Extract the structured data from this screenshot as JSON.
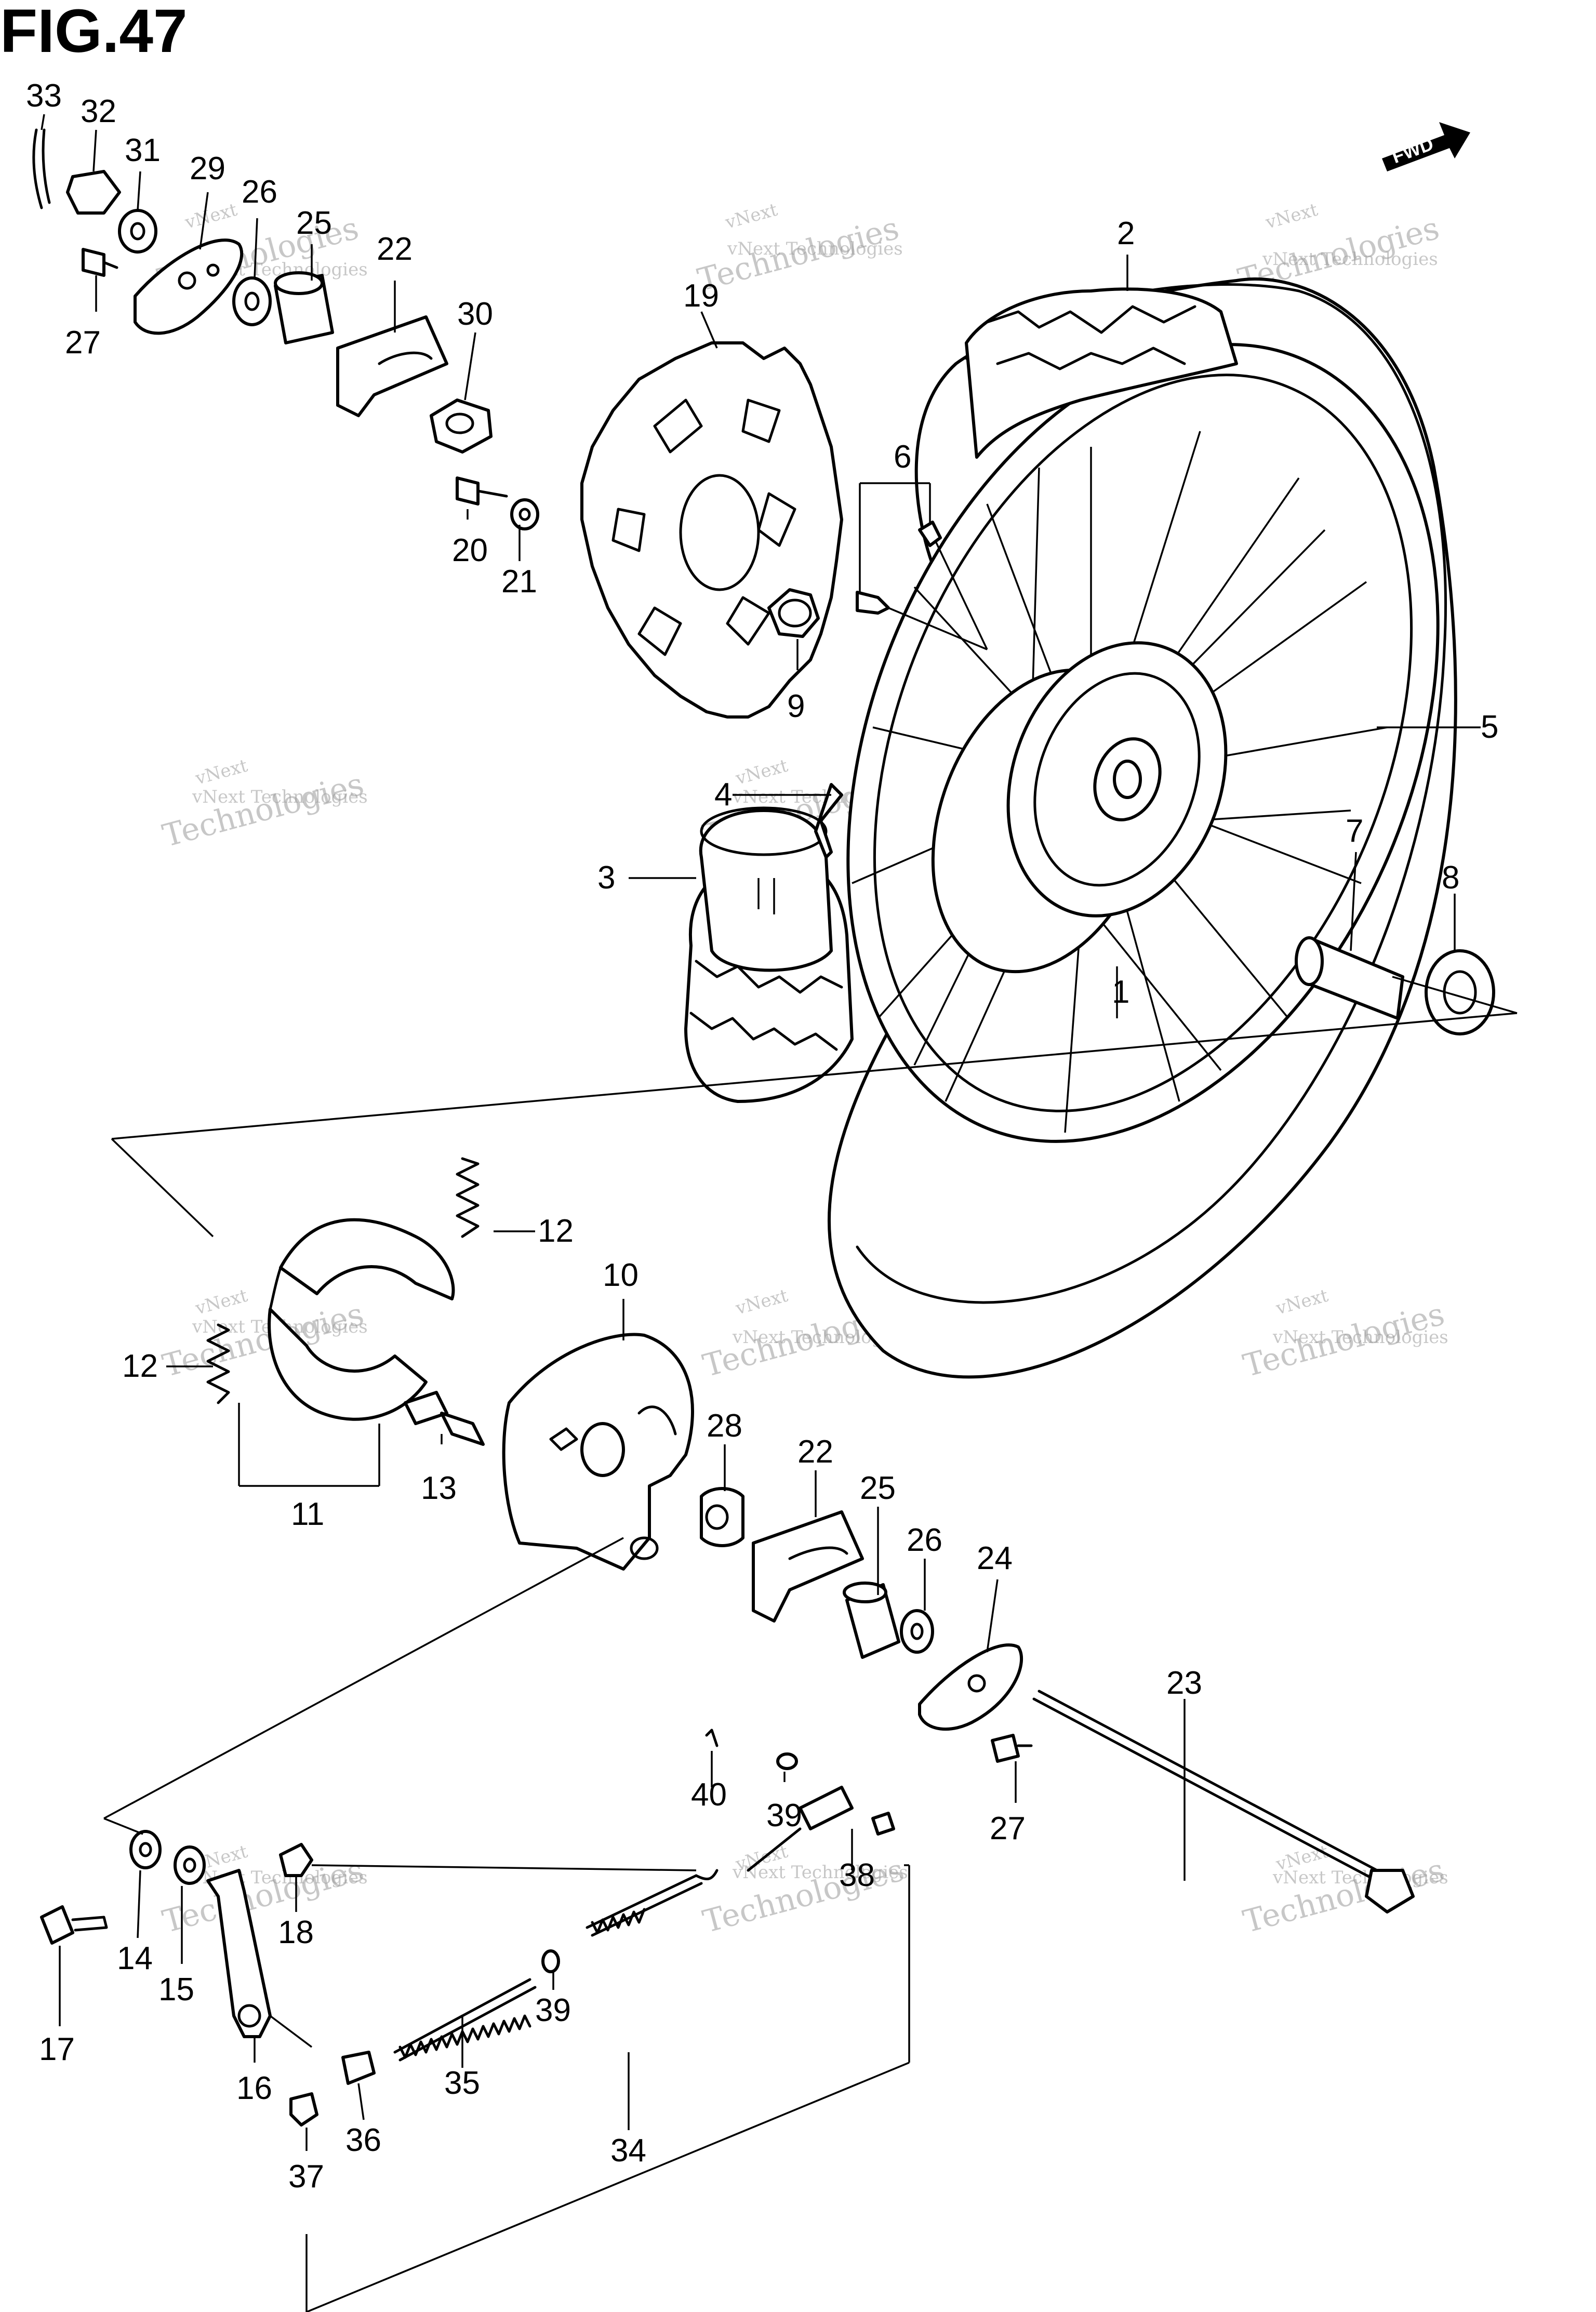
{
  "title": "FIG.47",
  "fwd_label": "FWD",
  "watermark": {
    "line1": "vNext",
    "line2": "Technologies",
    "line3": "vNext Technologies"
  },
  "callouts": {
    "p1": "1",
    "p2": "2",
    "p3": "3",
    "p4": "4",
    "p5": "5",
    "p6": "6",
    "p7": "7",
    "p8": "8",
    "p9": "9",
    "p10": "10",
    "p11": "11",
    "p12a": "12",
    "p12b": "12",
    "p13": "13",
    "p14": "14",
    "p15": "15",
    "p16": "16",
    "p17": "17",
    "p18": "18",
    "p19": "19",
    "p20": "20",
    "p21": "21",
    "p22a": "22",
    "p22b": "22",
    "p23": "23",
    "p24": "24",
    "p25a": "25",
    "p25b": "25",
    "p26a": "26",
    "p26b": "26",
    "p27a": "27",
    "p27b": "27",
    "p28": "28",
    "p29": "29",
    "p30": "30",
    "p31": "31",
    "p32": "32",
    "p33": "33",
    "p34": "34",
    "p35": "35",
    "p36": "36",
    "p37": "37",
    "p38": "38",
    "p39a": "39",
    "p39b": "39",
    "p40": "40"
  }
}
